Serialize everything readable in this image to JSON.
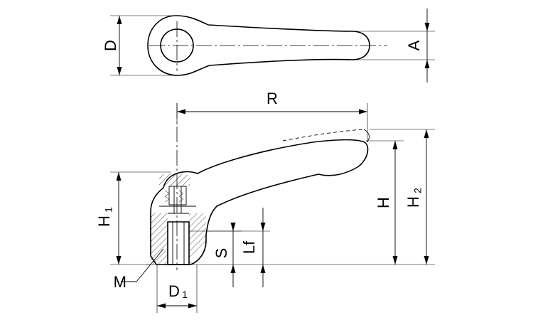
{
  "labels": {
    "D": "D",
    "A": "A",
    "R": "R",
    "H": "H",
    "H2": "H",
    "H2_sub": "2",
    "H1": "H",
    "H1_sub": "1",
    "S": "S",
    "Lf": "Lf",
    "M": "M",
    "D1": "D",
    "D1_sub": "1"
  }
}
